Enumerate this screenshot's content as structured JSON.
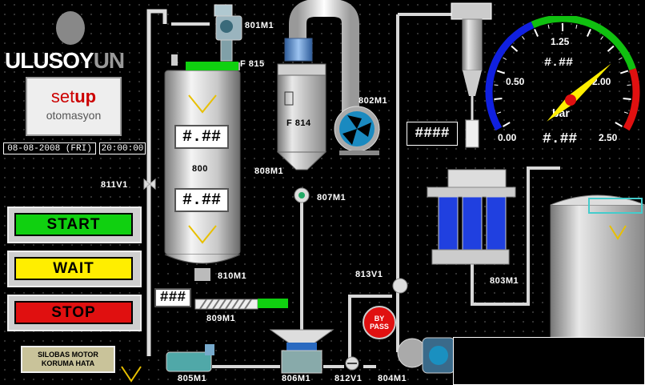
{
  "brand": {
    "name_a": "ULUSOY",
    "name_b": "UN",
    "setup_a": "set",
    "setup_b": "up",
    "setup_sub": "otomasyon"
  },
  "datetime": {
    "date": "08-08-2008 (FRI)",
    "time": "20:00:00"
  },
  "controls": {
    "start": "START",
    "wait": "WAIT",
    "stop": "STOP",
    "fault": "SILOBAS MOTOR KORUMA HATA",
    "bypass_a": "BY",
    "bypass_b": "PASS"
  },
  "tank": {
    "id": "800",
    "value_top": "#.##",
    "value_bottom": "#.##",
    "flow_label": "F 815"
  },
  "screw": {
    "value": "###"
  },
  "cyclone": {
    "label": "F 814",
    "counter": "####"
  },
  "gauge": {
    "unit": "bar",
    "value_top": "#.##",
    "value_bottom": "#.##",
    "ticks": [
      "0.00",
      "0.50",
      "1.25",
      "2.00",
      "2.50"
    ],
    "needle_value": 1.75
  },
  "equipment": {
    "m801": "801M1",
    "m802": "802M1",
    "m803": "803M1",
    "m804": "804M1",
    "m805": "805M1",
    "m806": "806M1",
    "m807": "807M1",
    "m808": "808M1",
    "m809": "809M1",
    "m810": "810M1",
    "v811": "811V1",
    "v812": "812V1",
    "v813": "813V1"
  },
  "colors": {
    "accent_green": "#10d010",
    "wait_yellow": "#ffee00",
    "stop_red": "#e01010",
    "filter_blue": "#1030d0"
  }
}
